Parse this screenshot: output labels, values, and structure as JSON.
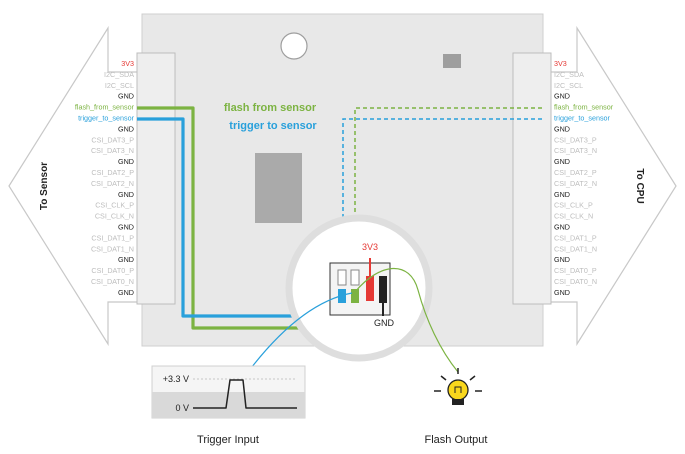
{
  "left_arrow_label": "To Sensor",
  "right_arrow_label": "To CPU",
  "pins": [
    {
      "label": "3V3",
      "color": "#e53935"
    },
    {
      "label": "I2C_SDA",
      "color": "#bdbdbd"
    },
    {
      "label": "I2C_SCL",
      "color": "#bdbdbd"
    },
    {
      "label": "GND",
      "color": "#222222"
    },
    {
      "label": "flash_from_sensor",
      "color": "#7cb342"
    },
    {
      "label": "trigger_to_sensor",
      "color": "#29a0db"
    },
    {
      "label": "GND",
      "color": "#222222"
    },
    {
      "label": "CSI_DAT3_P",
      "color": "#bdbdbd"
    },
    {
      "label": "CSI_DAT3_N",
      "color": "#bdbdbd"
    },
    {
      "label": "GND",
      "color": "#222222"
    },
    {
      "label": "CSI_DAT2_P",
      "color": "#bdbdbd"
    },
    {
      "label": "CSI_DAT2_N",
      "color": "#bdbdbd"
    },
    {
      "label": "GND",
      "color": "#222222"
    },
    {
      "label": "CSI_CLK_P",
      "color": "#bdbdbd"
    },
    {
      "label": "CSI_CLK_N",
      "color": "#bdbdbd"
    },
    {
      "label": "GND",
      "color": "#222222"
    },
    {
      "label": "CSI_DAT1_P",
      "color": "#bdbdbd"
    },
    {
      "label": "CSI_DAT1_N",
      "color": "#bdbdbd"
    },
    {
      "label": "GND",
      "color": "#222222"
    },
    {
      "label": "CSI_DAT0_P",
      "color": "#bdbdbd"
    },
    {
      "label": "CSI_DAT0_N",
      "color": "#bdbdbd"
    },
    {
      "label": "GND",
      "color": "#222222"
    }
  ],
  "flash_label": "flash from sensor",
  "trigger_label": "trigger to sensor",
  "header_power_label": "3V3",
  "header_gnd_label": "GND",
  "waveform": {
    "high_label": "+3.3 V",
    "low_label": "0 V"
  },
  "trigger_input_label": "Trigger Input",
  "flash_output_label": "Flash Output",
  "colors": {
    "flash": "#7cb342",
    "trigger": "#29a0db",
    "power": "#e53935",
    "gnd": "#222222",
    "board": "#e8e8e8",
    "bulb": "#f9d71c"
  }
}
